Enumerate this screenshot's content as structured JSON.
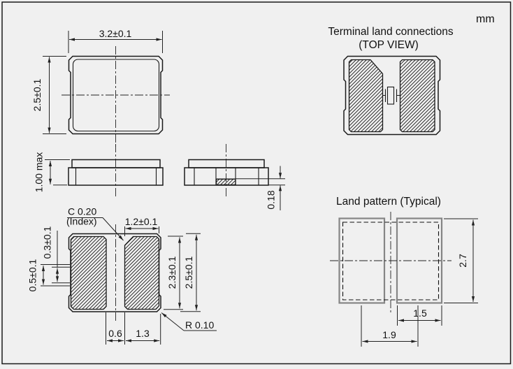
{
  "unit": "mm",
  "colors": {
    "background": "#f0f0f0",
    "line": "#1a1a1a",
    "land_pad_outline": "#858585"
  },
  "top_view": {
    "width": "3.2±0.1",
    "height": "2.5±0.1"
  },
  "front_view": {
    "height": "1.00 max"
  },
  "side_view": {
    "electrode_thickness": "0.18"
  },
  "bottom_view": {
    "chamfer": "C 0.20",
    "chamfer_note": "(Index)",
    "pad_width": "1.2±0.1",
    "castellation_inner": "0.3±0.1",
    "castellation_outer": "0.5±0.1",
    "pad_height": "2.3±0.1",
    "body_height": "2.5±0.1",
    "pad_gap": "0.6",
    "pad_span": "1.3",
    "corner_radius": "R 0.10"
  },
  "terminal_land": {
    "title": "Terminal land connections",
    "subtitle": "(TOP VIEW)"
  },
  "land_pattern": {
    "title": "Land pattern (Typical)",
    "height": "2.7",
    "pad_width": "1.5",
    "pad_pitch": "1.9"
  }
}
